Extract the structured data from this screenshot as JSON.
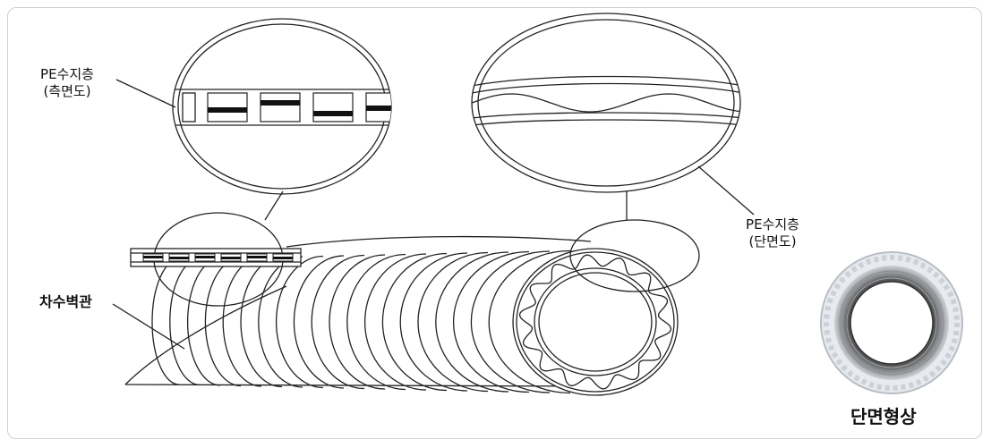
{
  "labels": {
    "pe_side_line1": "PE수지층",
    "pe_side_line2": "(측면도)",
    "pe_section_line1": "PE수지층",
    "pe_section_line2": "(단면도)",
    "pipe": "차수벽관",
    "photo_caption": "단면형상"
  },
  "colors": {
    "stroke": "#222222",
    "frame": "#cfcfcf",
    "pe_layer": "#111111"
  }
}
